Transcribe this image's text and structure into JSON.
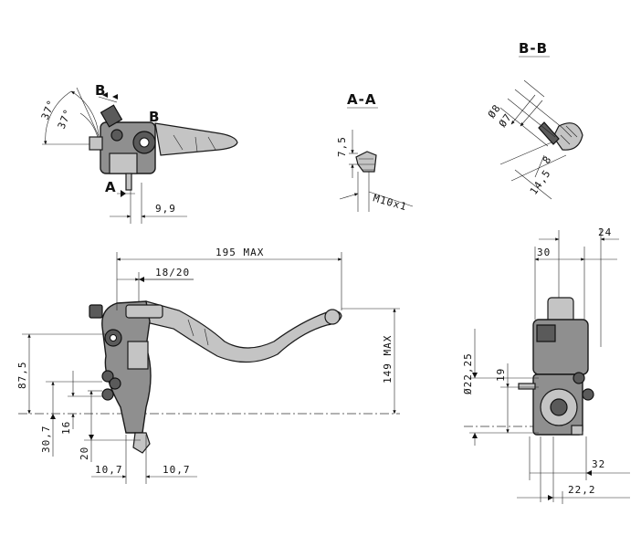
{
  "sections": {
    "aa": "A-A",
    "bb": "B-B",
    "a_marker": "A",
    "b_marker_1": "B",
    "b_marker_2": "B"
  },
  "top_left": {
    "angle_outer": "37°",
    "angle_inner": "37°",
    "dim_9_9": "9,9"
  },
  "section_aa": {
    "dim_7_5": "7,5",
    "thread": "M10x1"
  },
  "section_bb": {
    "dia_8": "Ø8",
    "dia_7": "Ø7",
    "dim_8": "8",
    "dim_14_5": "14,5"
  },
  "side_view": {
    "max_length": "195 MAX",
    "reach": "18/20",
    "max_height": "149 MAX",
    "dim_87_5": "87,5",
    "dim_30_7": "30,7",
    "dim_16": "16",
    "dim_20": "20",
    "dim_10_7_left": "10,7",
    "dim_10_7_right": "10,7"
  },
  "front_view": {
    "dim_24": "24",
    "dim_30": "30",
    "bore": "Ø22,25",
    "dim_19": "19",
    "dim_32": "32",
    "dim_22_2": "22,2"
  }
}
